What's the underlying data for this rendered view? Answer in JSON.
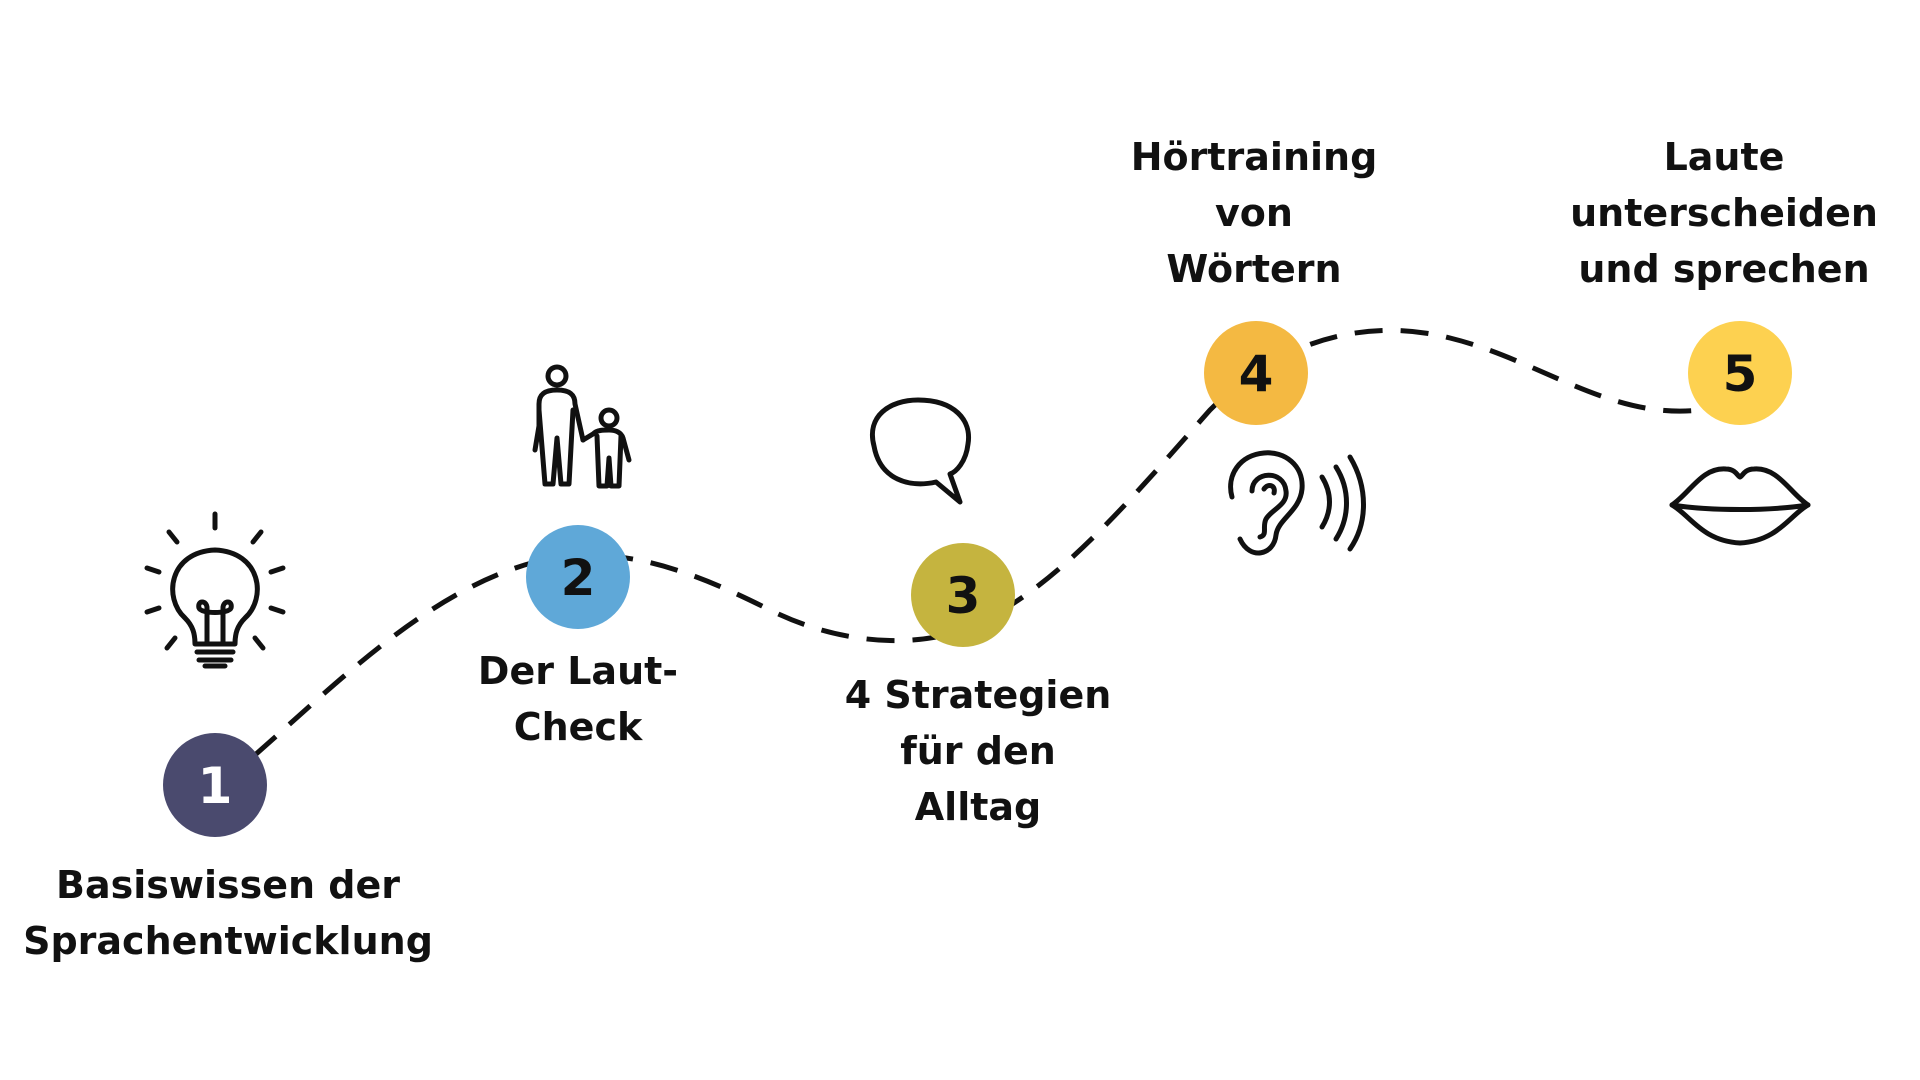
{
  "steps": [
    {
      "number": "1",
      "label_lines": [
        "Basiswissen der",
        "Sprachentwicklung"
      ],
      "color": "#4a4a6e",
      "number_color": "#ffffff",
      "icon": "lightbulb-icon"
    },
    {
      "number": "2",
      "label_lines": [
        "Der Laut-",
        "Check"
      ],
      "color": "#5fa8d8",
      "number_color": "#111111",
      "icon": "parent-child-icon"
    },
    {
      "number": "3",
      "label_lines": [
        "4 Strategien",
        "für den",
        "Alltag"
      ],
      "color": "#c5b43f",
      "number_color": "#111111",
      "icon": "speech-bubble-icon"
    },
    {
      "number": "4",
      "label_lines": [
        "Hörtraining",
        "von",
        "Wörtern"
      ],
      "color": "#f4b942",
      "number_color": "#111111",
      "icon": "ear-sound-icon"
    },
    {
      "number": "5",
      "label_lines": [
        "Laute",
        "unterscheiden",
        "und sprechen"
      ],
      "color": "#fdd150",
      "number_color": "#111111",
      "icon": "lips-icon"
    }
  ]
}
